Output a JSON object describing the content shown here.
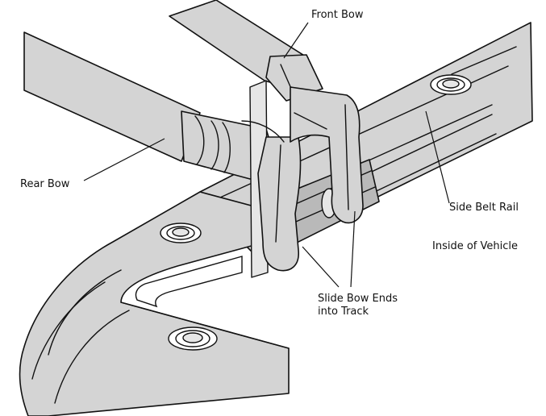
{
  "labels": {
    "front_bow": "Front Bow",
    "rear_bow": "Rear Bow",
    "side_belt_rail": "Side Belt Rail",
    "inside_of_vehicle": "Inside of Vehicle",
    "slide_bow_ends_line1": "Slide Bow Ends",
    "slide_bow_ends_line2": "into Track"
  },
  "colors": {
    "part_fill": "#d4d4d4",
    "outline": "#111111",
    "background": "#ffffff"
  }
}
